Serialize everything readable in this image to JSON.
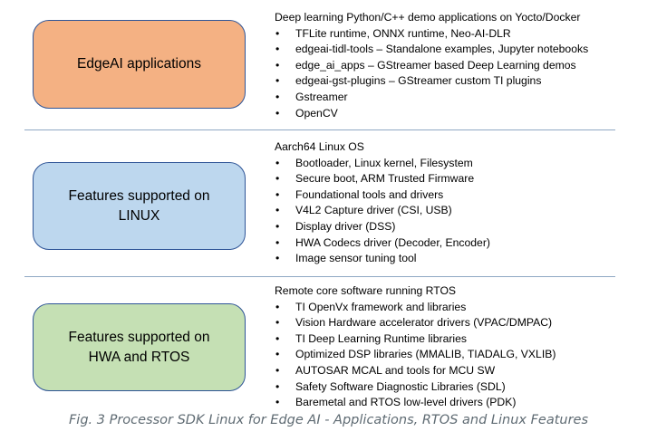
{
  "sections": [
    {
      "box_label": "EdgeAI applications",
      "box_color": "#f4b183",
      "title": "Deep learning Python/C++ demo applications on Yocto/Docker",
      "items": [
        "TFLite runtime, ONNX runtime, Neo-AI-DLR",
        "edgeai-tidl-tools – Standalone examples, Jupyter notebooks",
        "edge_ai_apps – GStreamer based Deep Learning demos",
        "edgeai-gst-plugins – GStreamer custom TI plugins",
        "Gstreamer",
        "OpenCV"
      ]
    },
    {
      "box_label": "Features supported on\nLINUX",
      "box_color": "#bdd7ee",
      "title": "Aarch64 Linux OS",
      "items": [
        "Bootloader, Linux kernel, Filesystem",
        "Secure boot, ARM Trusted Firmware",
        "Foundational tools and drivers",
        "V4L2 Capture driver (CSI, USB)",
        "Display driver (DSS)",
        "HWA Codecs driver (Decoder, Encoder)",
        "Image sensor tuning tool"
      ]
    },
    {
      "box_label": "Features supported on\nHWA and RTOS",
      "box_color": "#c5e0b4",
      "title": "Remote core software running RTOS",
      "items": [
        "TI OpenVx framework and libraries",
        "Vision Hardware accelerator drivers (VPAC/DMPAC)",
        "TI Deep Learning Runtime libraries",
        "Optimized DSP libraries (MMALIB, TIADALG, VXLIB)",
        "AUTOSAR MCAL and tools for MCU SW",
        "Safety Software Diagnostic Libraries (SDL)",
        "Baremetal and RTOS low-level drivers (PDK)"
      ]
    }
  ],
  "bullet": "•",
  "caption": "Fig. 3 Processor SDK Linux for Edge AI - Applications, RTOS and Linux Features"
}
